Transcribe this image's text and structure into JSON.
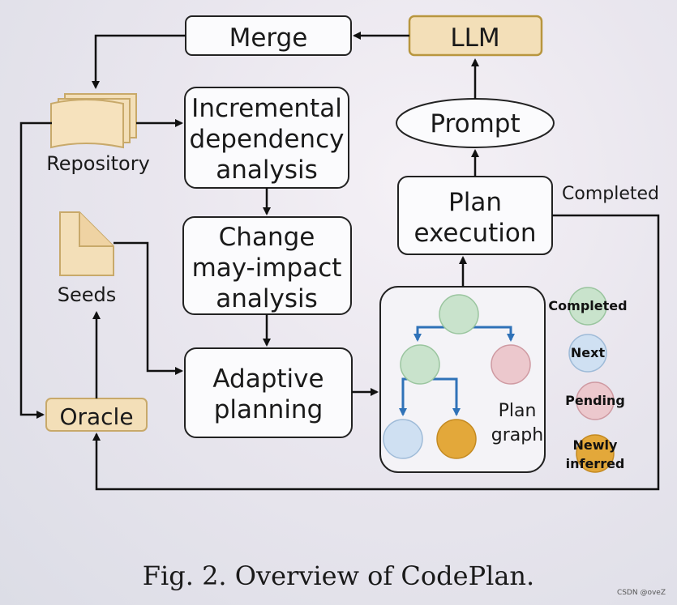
{
  "boxes": {
    "merge": "Merge",
    "llm": "LLM",
    "prompt": "Prompt",
    "incremental": [
      "Incremental",
      "dependency",
      "analysis"
    ],
    "change": [
      "Change",
      "may-impact",
      "analysis"
    ],
    "adaptive": [
      "Adaptive",
      "planning"
    ],
    "plan_execution": [
      "Plan",
      "execution"
    ],
    "oracle": "Oracle"
  },
  "labels": {
    "repository": "Repository",
    "seeds": "Seeds",
    "completed_edge": "Completed",
    "plan_graph": [
      "Plan",
      "graph"
    ]
  },
  "legend": {
    "completed": "Completed",
    "next": "Next",
    "pending": "Pending",
    "newly_inferred": [
      "Newly",
      "inferred"
    ]
  },
  "colors": {
    "completed": "#c9e3cc",
    "next": "#cfe0f2",
    "pending": "#ecc8cd",
    "newly_inferred": "#e3a83a",
    "highlight_box": "#f3dfb8",
    "edge_blue": "#2f72b8"
  },
  "caption": "Fig. 2.  Overview of CodePlan.",
  "watermark": "CSDN @oveZ"
}
